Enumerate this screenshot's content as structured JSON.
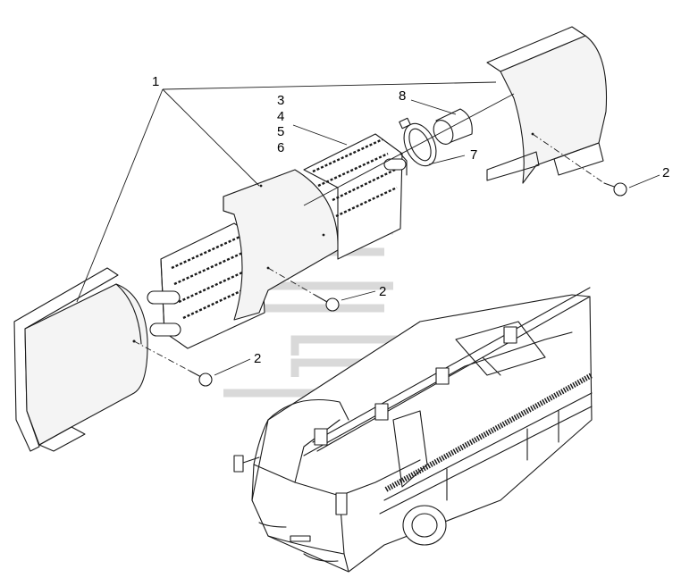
{
  "callouts": [
    {
      "id": "c1",
      "label": "1"
    },
    {
      "id": "c3",
      "label": "3"
    },
    {
      "id": "c4",
      "label": "4"
    },
    {
      "id": "c5",
      "label": "5"
    },
    {
      "id": "c6",
      "label": "6"
    },
    {
      "id": "c8",
      "label": "8"
    },
    {
      "id": "c7",
      "label": "7"
    },
    {
      "id": "c2a",
      "label": "2"
    },
    {
      "id": "c2b",
      "label": "2"
    },
    {
      "id": "c2c",
      "label": "2"
    }
  ],
  "colors": {
    "line": "#1a1a1a",
    "shell_fill": "#f4f4f4",
    "watermark": "#d9d9d9",
    "background": "#ffffff"
  }
}
